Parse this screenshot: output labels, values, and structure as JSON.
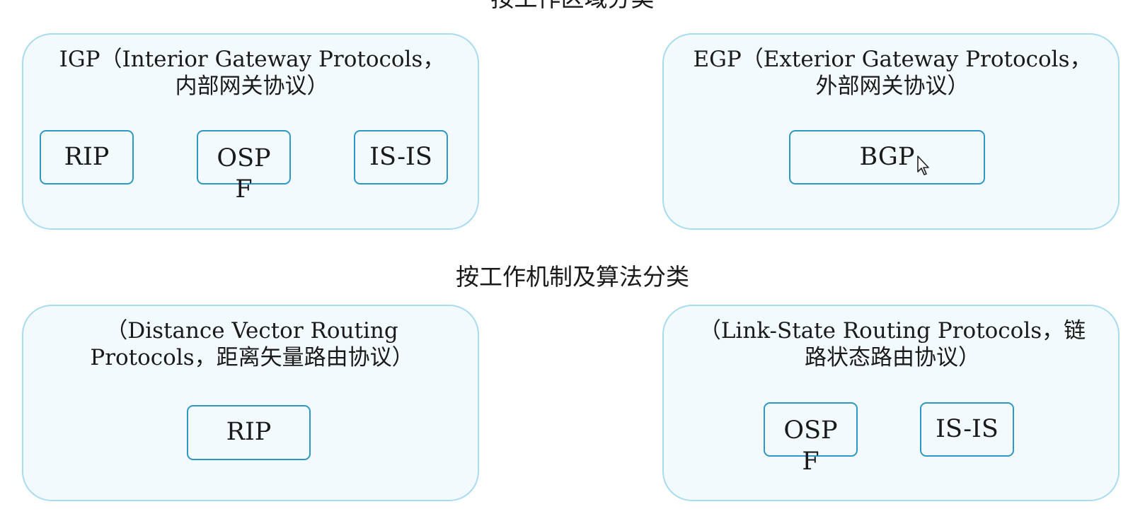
{
  "titles": {
    "by_area": "按工作区域分类",
    "by_mechanism": "按工作机制及算法分类"
  },
  "groups": {
    "igp": {
      "title_line1": "IGP（Interior Gateway Protocols，",
      "title_line2": "内部网关协议）",
      "protocols": [
        "RIP",
        "OSPF",
        "IS-IS"
      ]
    },
    "egp": {
      "title_line1": "EGP（Exterior Gateway Protocols，",
      "title_line2": "外部网关协议）",
      "protocols": [
        "BGP"
      ]
    },
    "distance_vector": {
      "title_line1": "（Distance Vector Routing",
      "title_line2": "Protocols，距离矢量路由协议）",
      "protocols": [
        "RIP"
      ]
    },
    "link_state": {
      "title_line1": "（Link-State Routing Protocols，链",
      "title_line2": "路状态路由协议）",
      "protocols": [
        "OSPF",
        "IS-IS"
      ]
    }
  },
  "colors": {
    "group_border": "#a9dcef",
    "group_fill": "#f3fafd",
    "protocol_border": "#2f97c6"
  }
}
